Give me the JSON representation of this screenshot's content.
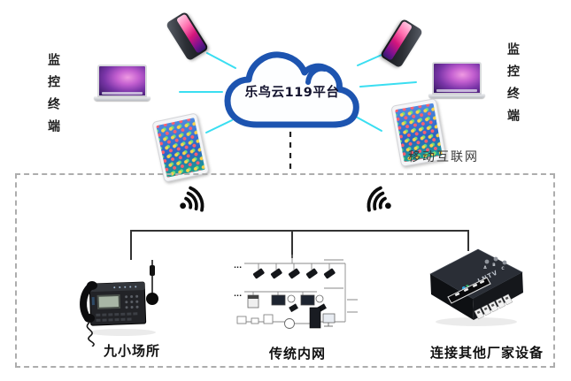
{
  "cloud": {
    "label": "乐鸟云119平台",
    "stroke_color": "#1d54b0"
  },
  "left_terminal_label": "监控终端",
  "right_terminal_label": "监控终端",
  "mobile_internet_label": "移动互联网",
  "zones": {
    "nine_small_places": "九小场所",
    "traditional_intranet": "传统内网",
    "other_vendors": "连接其他厂家设备"
  },
  "device_box": {
    "model": "LNTV",
    "indicators": [
      "A",
      "B",
      "C"
    ]
  },
  "diagram": {
    "ellipsis": "..."
  },
  "icons": {
    "wifi_left": "wifi-icon",
    "wifi_right": "wifi-icon",
    "cloud": "cloud-icon"
  },
  "colors": {
    "cloud_blue": "#1d54b0",
    "ray_cyan": "#3adef1",
    "dash_gray": "#adadad",
    "bus_dark": "#333333"
  }
}
